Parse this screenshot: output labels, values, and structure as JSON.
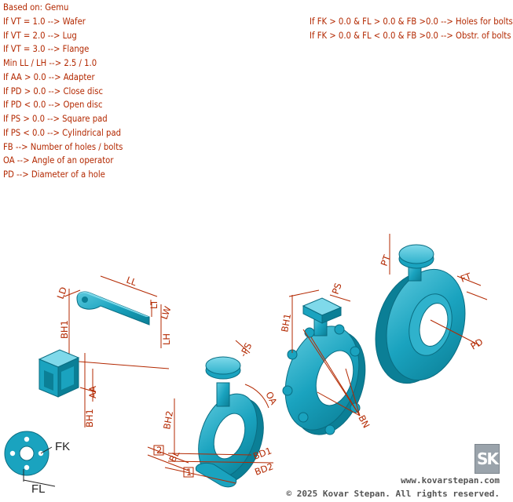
{
  "notes_left": [
    "Based on: Gemu",
    "If VT = 1.0 --> Wafer",
    "If VT = 2.0 --> Lug",
    "If VT = 3.0 --> Flange",
    "Min LL / LH --> 2.5 / 1.0",
    "If AA > 0.0 --> Adapter",
    "If PD > 0.0 --> Close disc",
    "If PD < 0.0 --> Open disc",
    "If PS > 0.0 --> Square pad",
    "If PS < 0.0 --> Cylindrical pad",
    "FB --> Number of holes / bolts",
    "OA --> Angle of an operator",
    "PD --> Diameter of a hole"
  ],
  "notes_right": [
    "If FK > 0.0 & FL > 0.0 & FB >0.0 --> Holes for bolts",
    "If FK > 0.0 & FL < 0.0 & FB >0.0 --> Obstr. of bolts"
  ],
  "dimensions": {
    "lever": {
      "ld": "LD",
      "ll": "LL",
      "lt": "LT",
      "lw": "LW",
      "lh": "LH",
      "bh1": "BH1"
    },
    "adapter": {
      "aa": "AA",
      "bh1": "BH1"
    },
    "wafer": {
      "ps": "-PS",
      "oa": "OA",
      "bh2": "BH2",
      "bd1": "BD1",
      "bd2": "BD2",
      "bl": "BL",
      "n1": "1",
      "n2": "2"
    },
    "lug": {
      "bh1": "BH1",
      "ps": "PS",
      "bn": "BN"
    },
    "flange": {
      "pt": "PT",
      "ft": "FT",
      "pd": "PD"
    }
  },
  "legend": {
    "fk": "FK",
    "fl": "FL"
  },
  "logo_text": "SK",
  "footer": {
    "website": "www.kovarstepan.com",
    "copyright": "© 2025 Kovar Stepan. All rights reserved."
  },
  "colors": {
    "text": "#b32800",
    "valve_fill": "#1aa3bf",
    "valve_dark": "#0b7f96",
    "valve_light": "#5cc9dd",
    "dimension_line": "#b32800"
  }
}
